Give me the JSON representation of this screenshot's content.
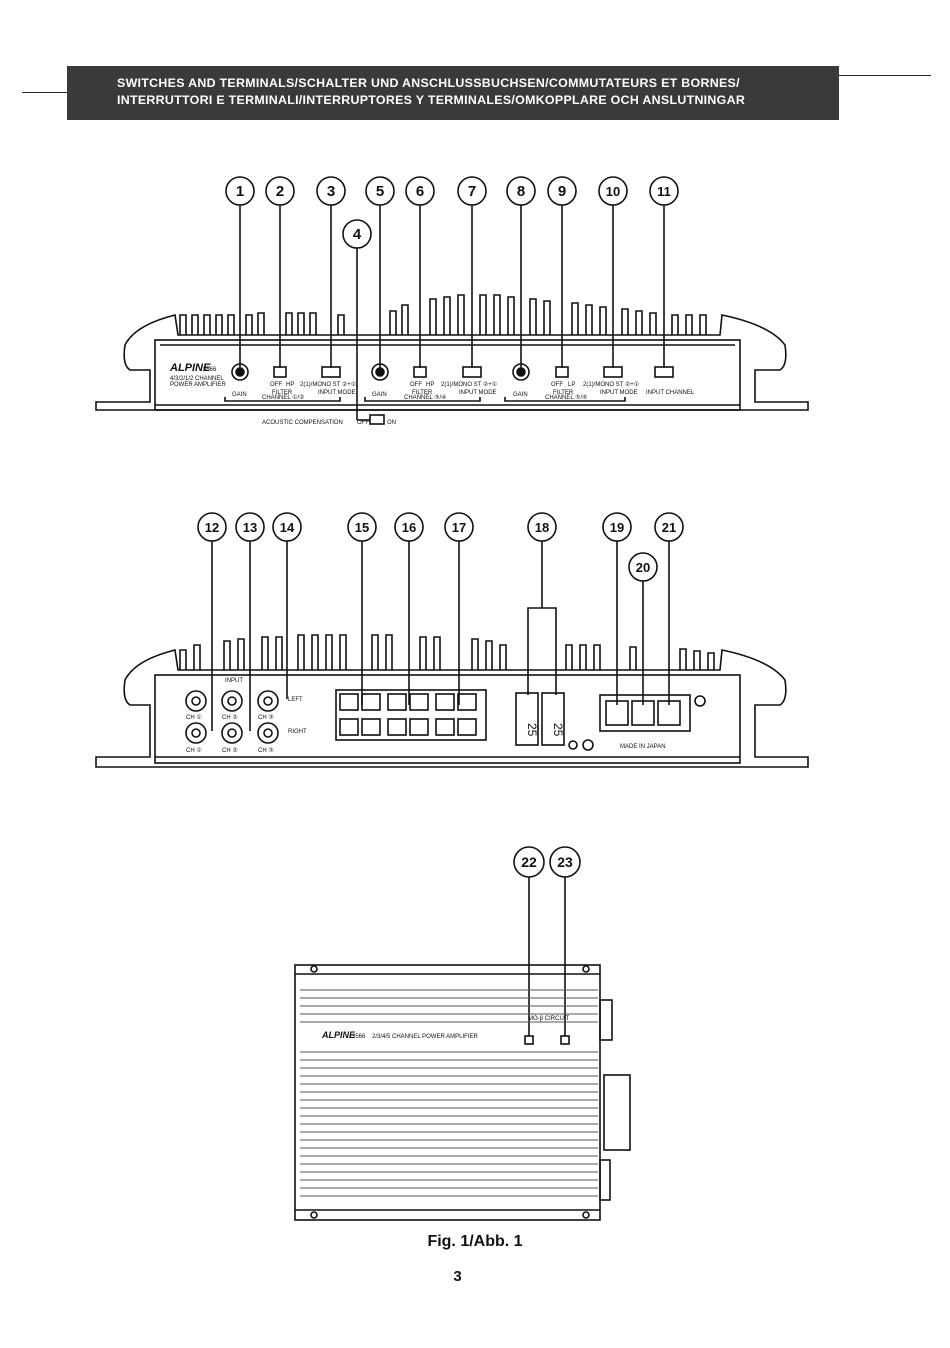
{
  "header": {
    "line1": "SWITCHES AND TERMINALS/SCHALTER UND ANSCHLUSSBUCHSEN/COMMUTATEURS ET BORNES/",
    "line2": "INTERRUTTORI E TERMINALI/INTERRUPTORES Y TERMINALES/OMKOPPLARE OCH ANSLUTNINGAR"
  },
  "front_panel": {
    "callouts": [
      "1",
      "2",
      "3",
      "4",
      "5",
      "6",
      "7",
      "8",
      "9",
      "10",
      "11"
    ],
    "brand": "ALPINE",
    "model": "3566",
    "subtitle1": "4/3/2/1/2 CHANNEL",
    "subtitle2": "POWER AMPLIFIER",
    "gain": "GAIN",
    "filter": "FILTER",
    "input_mode": "INPUT MODE",
    "input_channel": "INPUT CHANNEL",
    "channel_1_2": "CHANNEL ①/②",
    "channel_3_4": "CHANNEL ③/④",
    "channel_5_6": "CHANNEL ⑤/⑥",
    "off": "OFF",
    "hp": "HP",
    "lp": "LP",
    "modes": "2(1)/MONO ST ②+①",
    "acoustic": "ACOUSTIC COMPENSATION",
    "ac_off": "OFF",
    "ac_on": "ON"
  },
  "rear_panel": {
    "callouts": [
      "12",
      "13",
      "14",
      "15",
      "16",
      "17",
      "18",
      "19",
      "20",
      "21"
    ],
    "input": "INPUT",
    "left": "LEFT",
    "right": "RIGHT",
    "ch1": "CH ①",
    "ch2": "CH ②",
    "ch3": "CH ③",
    "fuse1": "25",
    "fuse2": "25",
    "made_in": "MADE IN JAPAN"
  },
  "top_view": {
    "callouts": [
      "22",
      "23"
    ],
    "brand": "ALPINE",
    "model": "3566",
    "tagline": "2/3/4/5 CHANNEL POWER AMPLIFIER",
    "logo": "MO-β CIRCUIT"
  },
  "caption": "Fig. 1/Abb. 1",
  "page_number": "3"
}
